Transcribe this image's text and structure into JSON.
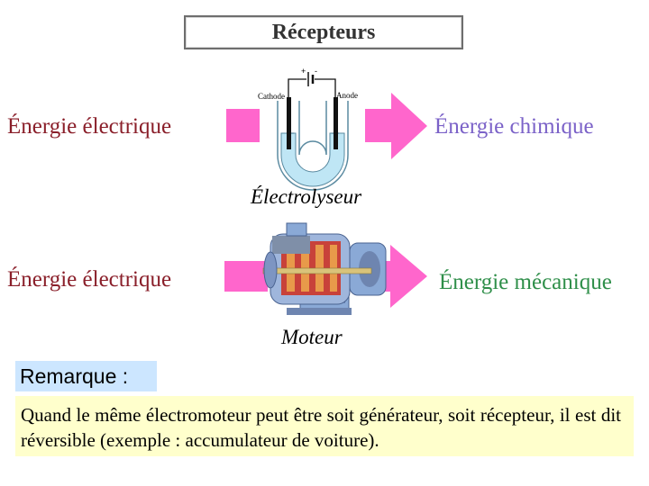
{
  "title": "Récepteurs",
  "electrolyseur": {
    "input": "Énergie électrique",
    "output": "Énergie chimique",
    "caption": "Électrolyseur",
    "cathode_label": "Cathode",
    "anode_label": "Anode",
    "plus_sign": "+",
    "minus_sign": "-"
  },
  "moteur": {
    "input": "Énergie électrique",
    "output": "Énergie mécanique",
    "caption": "Moteur"
  },
  "remarque": {
    "label": "Remarque :",
    "text": "Quand le même électromoteur peut être soit générateur, soit récepteur, il est dit réversible (exemple : accumulateur de voiture)."
  },
  "colors": {
    "arrow": "#ff66cc",
    "electrolyte": "#bfe6f5",
    "motor_body": "#8aa9d6",
    "remark_label_bg": "#cce6ff",
    "remark_box_bg": "#ffffcc"
  }
}
